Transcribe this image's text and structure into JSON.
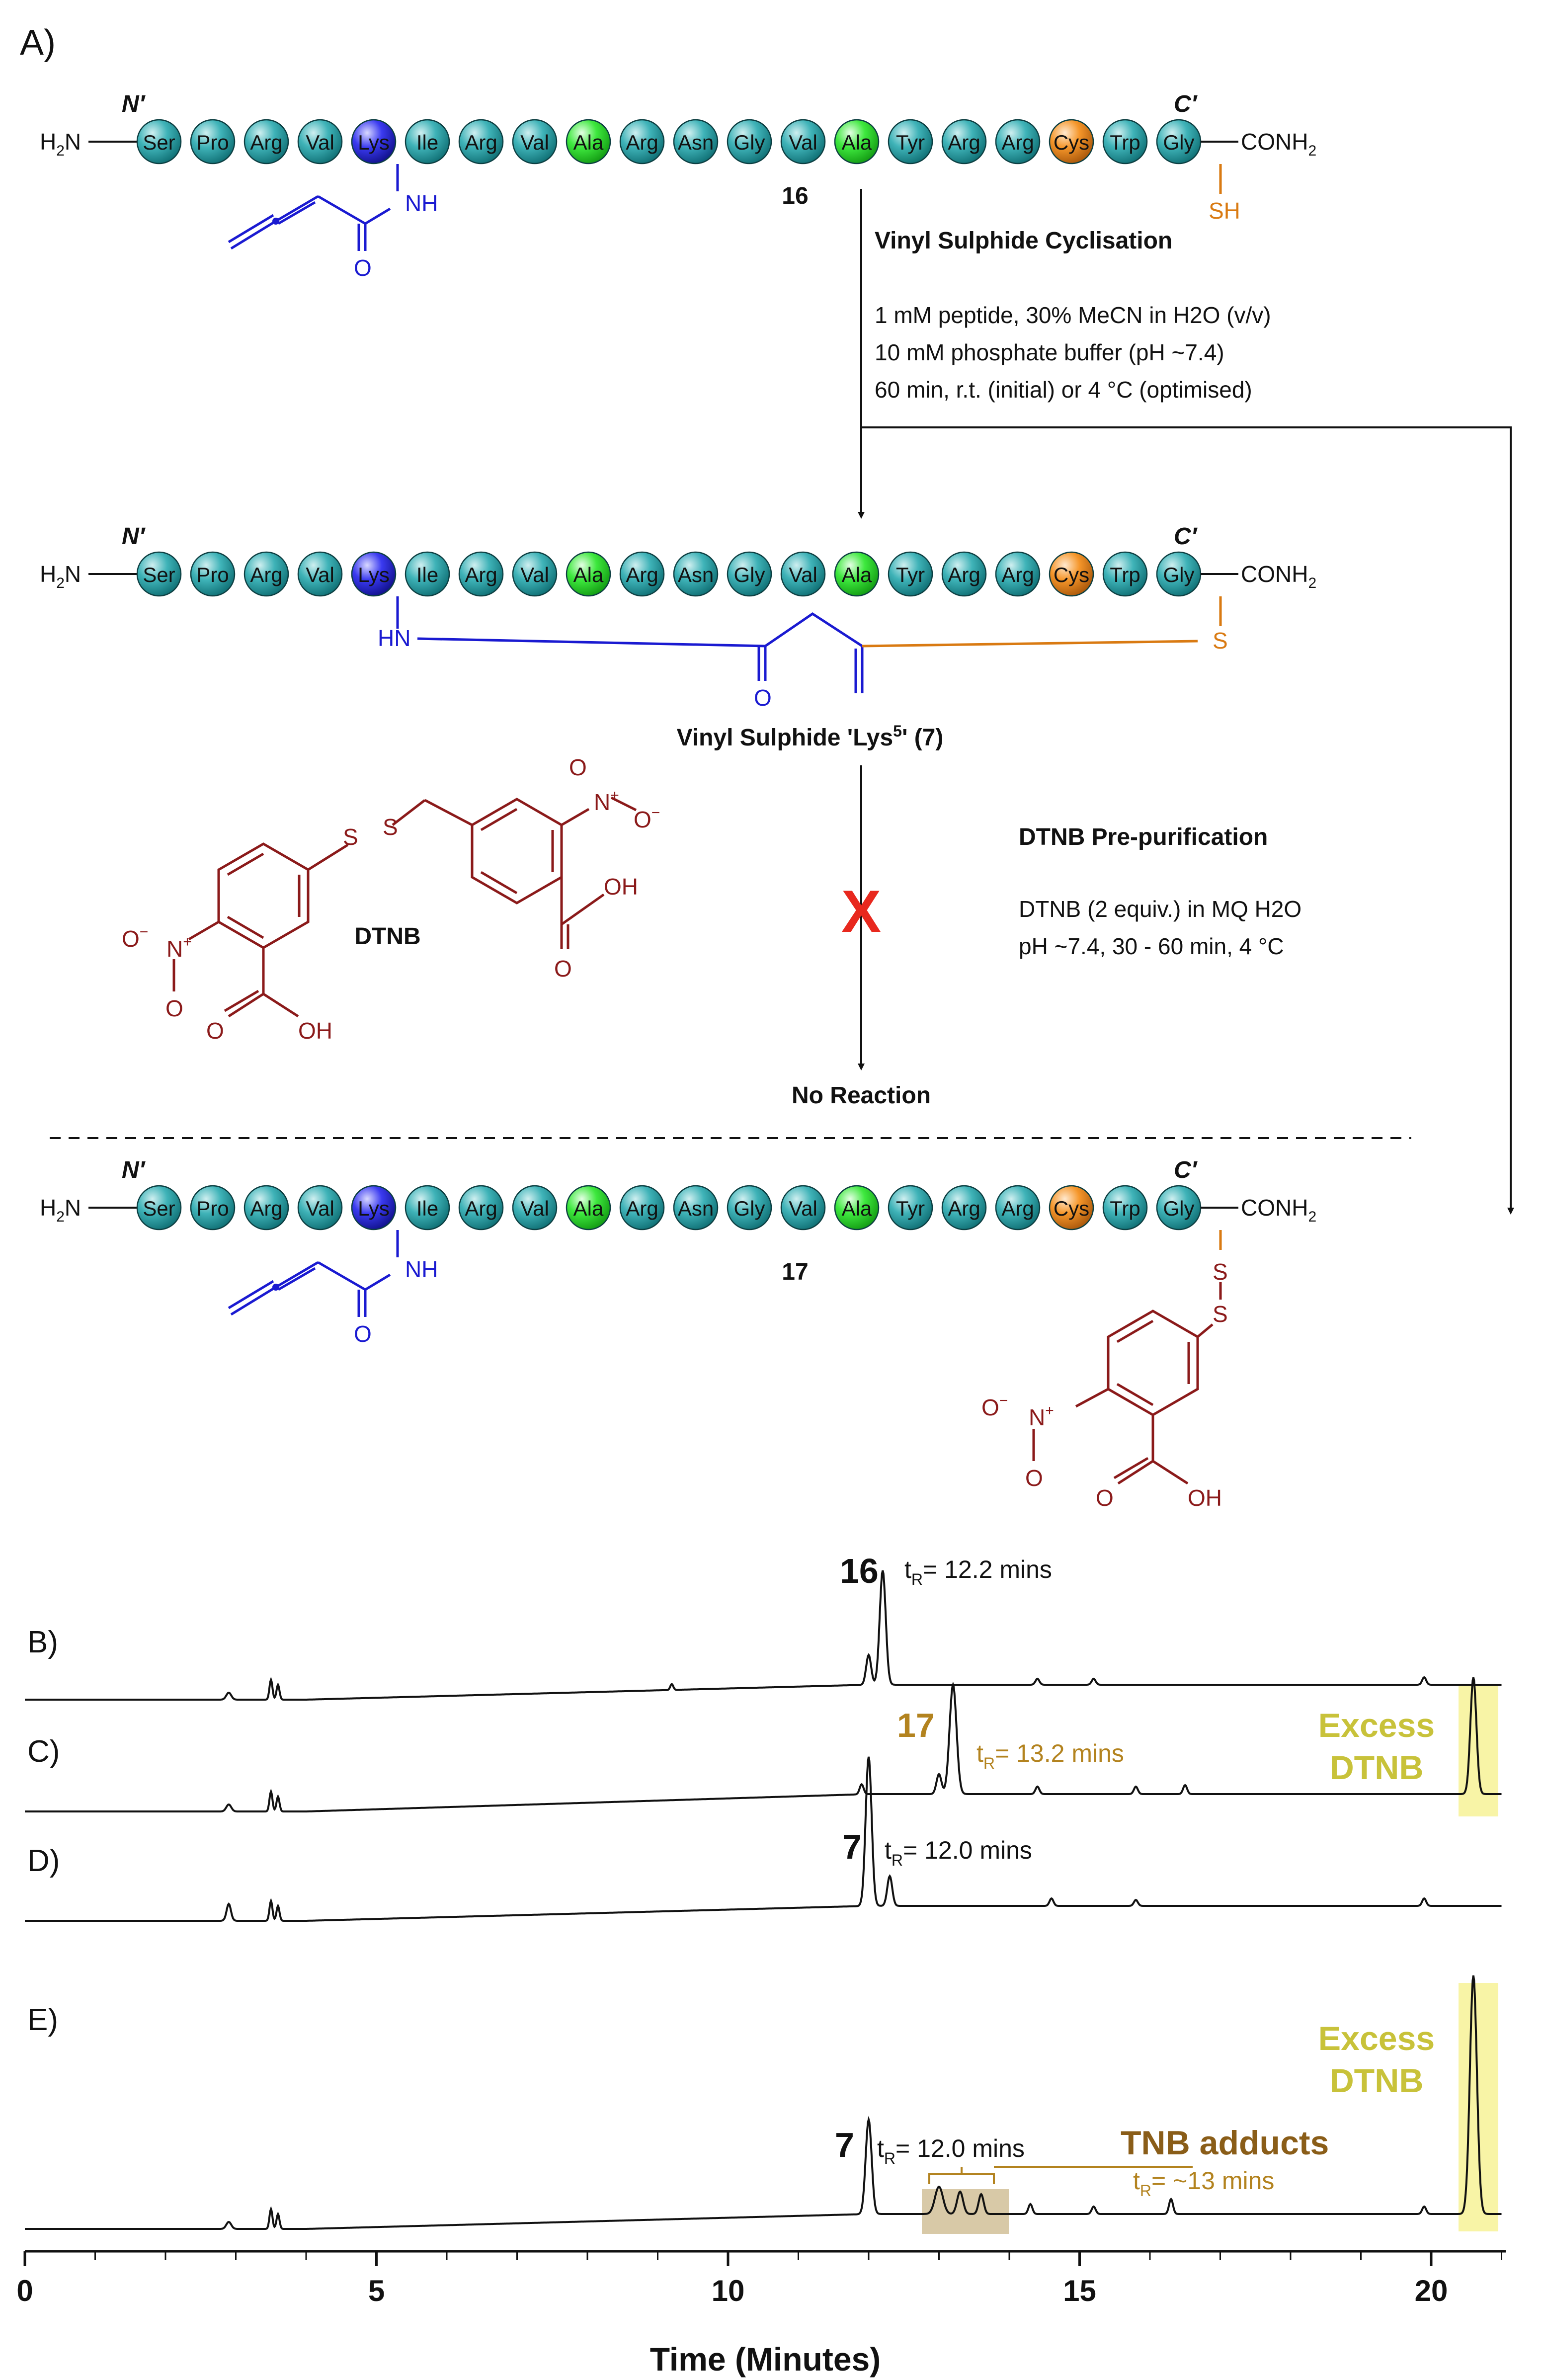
{
  "panel_a": {
    "label": "A)",
    "n_term": "N′",
    "c_term": "C′",
    "h2n": "H2N",
    "conh2": "CONH2",
    "residues": [
      "Ser",
      "Pro",
      "Arg",
      "Val",
      "Lys",
      "Ile",
      "Arg",
      "Val",
      "Ala",
      "Arg",
      "Asn",
      "Gly",
      "Val",
      "Ala",
      "Tyr",
      "Arg",
      "Arg",
      "Cys",
      "Trp",
      "Gly"
    ],
    "compound_16": "16",
    "compound_17": "17",
    "compound_7": "Vinyl Sulphide 'Lys5' (7)",
    "sh": "SH",
    "nh": "NH",
    "hn": "HN",
    "o": "O",
    "s": "S",
    "oh": "OH",
    "n_plus": "N+",
    "o_minus": "O−",
    "o_minus_2": "O",
    "dtnb": "DTNB",
    "no_reaction": "No Reaction",
    "cross": "X",
    "cyclisation_title": "Vinyl Sulphide Cyclisation",
    "cyclisation_lines": [
      "1 mM peptide, 30% MeCN in H2O (v/v)",
      "10 mM phosphate buffer (pH ~7.4)",
      "60 min, r.t. (initial) or 4 °C (optimised)"
    ],
    "prepurif_title": "DTNB Pre-purification",
    "prepurif_lines": [
      "DTNB (2 equiv.) in MQ H2O",
      "pH ~7.4, 30 - 60 min, 4 °C"
    ]
  },
  "chromatograms": {
    "labels": [
      "B)",
      "C)",
      "D)",
      "E)"
    ],
    "peak_16": "16",
    "peak_16_tr": "= 12.2 mins",
    "peak_17": "17",
    "peak_17_tr": "= 13.2 mins",
    "peak_7": "7",
    "peak_7_tr": "= 12.0 mins",
    "excess_dtnb_line1": "Excess",
    "excess_dtnb_line2": "DTNB",
    "tnb_adducts": "TNB adducts",
    "tnb_tr": "= ~13 mins",
    "tr_symbol": "t",
    "tr_sub": "R",
    "x_axis_label": "Time (Minutes)",
    "x_ticks": [
      "0",
      "5",
      "10",
      "15",
      "20"
    ]
  },
  "colors": {
    "teal": "#2aa3a8",
    "lys": "#2b2bd9",
    "ala": "#33e033",
    "cys": "#f08c1e",
    "blue": "#1a1ad1",
    "orange": "#d97a12",
    "dtnb": "#8b1a1a",
    "gold": "#b3831f",
    "yellow_text": "#c8c23a",
    "highlight": "#f8f4a6"
  }
}
